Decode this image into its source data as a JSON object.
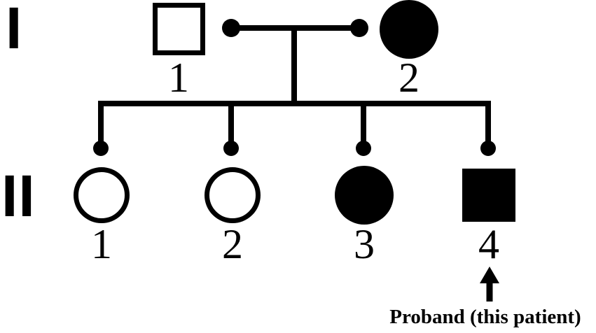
{
  "pedigree": {
    "generations": [
      {
        "label": "I",
        "individuals": [
          {
            "id": "1",
            "sex": "male",
            "symbol": "square",
            "affected": false
          },
          {
            "id": "2",
            "sex": "female",
            "symbol": "circle",
            "affected": true
          }
        ]
      },
      {
        "label": "II",
        "individuals": [
          {
            "id": "1",
            "sex": "female",
            "symbol": "circle",
            "affected": false
          },
          {
            "id": "2",
            "sex": "female",
            "symbol": "circle",
            "affected": false
          },
          {
            "id": "3",
            "sex": "female",
            "symbol": "circle",
            "affected": true
          },
          {
            "id": "4",
            "sex": "male",
            "symbol": "square",
            "affected": true,
            "proband": true
          }
        ]
      }
    ],
    "proband_annotation": {
      "arrow_icon": "up-arrow",
      "label": "Proband (this patient)"
    },
    "colors": {
      "line": "#000000",
      "affected_fill": "#000000",
      "unaffected_fill": "#ffffff",
      "background": "#ffffff"
    }
  }
}
